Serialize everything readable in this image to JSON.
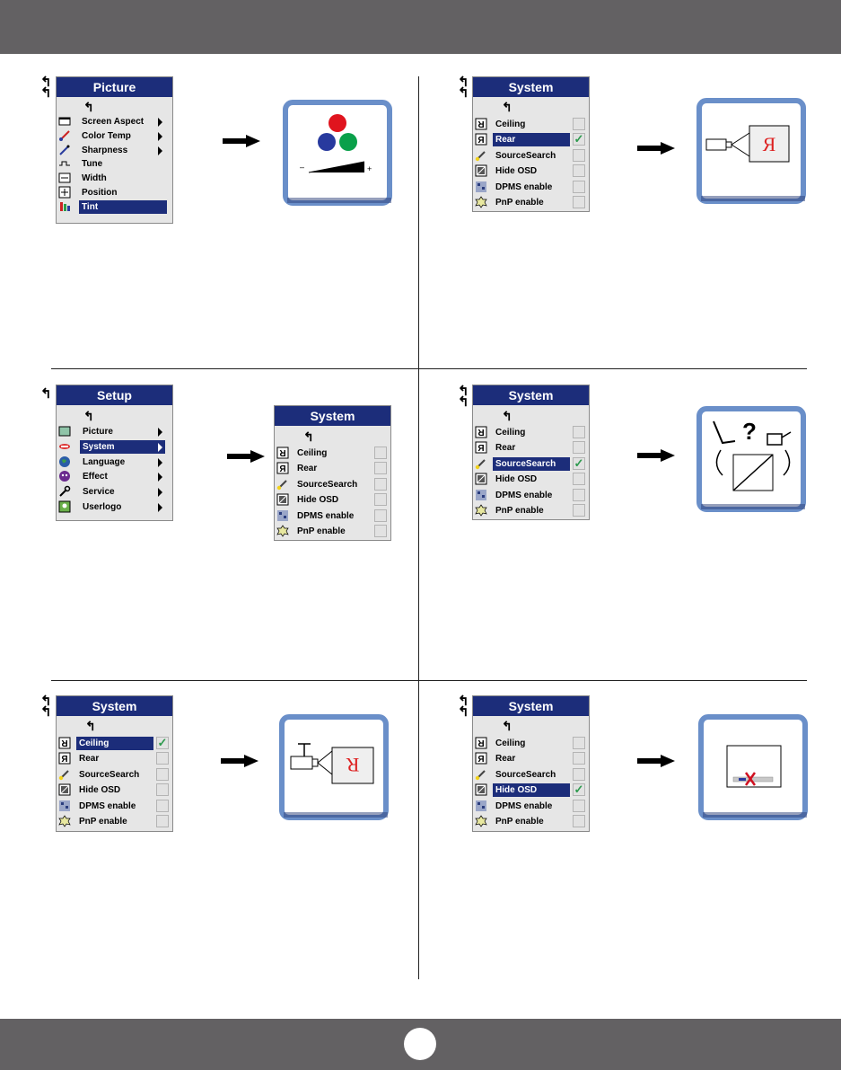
{
  "colors": {
    "menu_title_bg": "#1c2d7a",
    "bar_gray": "#636163",
    "check_green": "#2e9a4e",
    "panel_blue": "#6a8fc9"
  },
  "back_glyph": "↰",
  "picture_menu": {
    "title": "Picture",
    "items": [
      {
        "label": "Screen Aspect",
        "icon": "screen-aspect-icon",
        "submenu": true
      },
      {
        "label": "Color Temp",
        "icon": "color-temp-icon",
        "submenu": true
      },
      {
        "label": "Sharpness",
        "icon": "sharpness-icon",
        "submenu": true
      },
      {
        "label": "Tune",
        "icon": "tune-icon",
        "submenu": false
      },
      {
        "label": "Width",
        "icon": "width-icon",
        "submenu": false
      },
      {
        "label": "Position",
        "icon": "position-icon",
        "submenu": false
      },
      {
        "label": "Tint",
        "icon": "tint-icon",
        "submenu": false,
        "selected": true
      }
    ]
  },
  "setup_menu": {
    "title": "Setup",
    "items": [
      {
        "label": "Picture",
        "icon": "picture-icon",
        "selected": false
      },
      {
        "label": "System",
        "icon": "system-icon",
        "selected": true
      },
      {
        "label": "Language",
        "icon": "globe-icon",
        "selected": false
      },
      {
        "label": "Effect",
        "icon": "effect-icon",
        "selected": false
      },
      {
        "label": "Service",
        "icon": "wrench-icon",
        "selected": false
      },
      {
        "label": "Userlogo",
        "icon": "userlogo-icon",
        "selected": false
      }
    ]
  },
  "system_menu": {
    "title": "System",
    "items": [
      "Ceiling",
      "Rear",
      "SourceSearch",
      "Hide OSD",
      "DPMS enable",
      "PnP enable"
    ]
  }
}
